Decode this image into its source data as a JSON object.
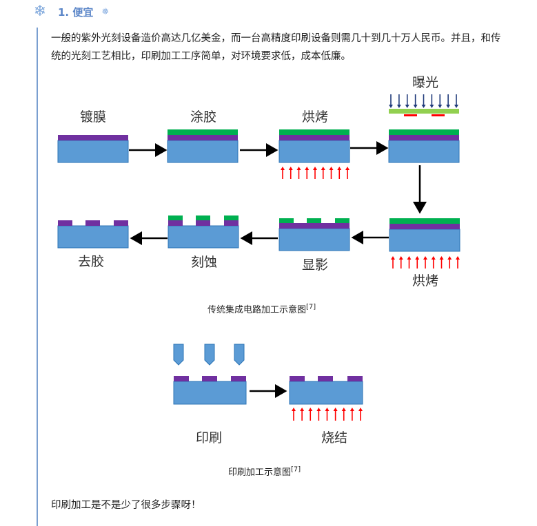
{
  "section": {
    "number_title": "1. 便宜",
    "icon_left": "snowflake-icon",
    "icon_right": "snowflake-small-icon"
  },
  "paragraph1": "一般的紫外光刻设备造价高达几亿美金，而一台高精度印刷设备则需几十到几十万人民币。并且，和传统的光刻工艺相比，印刷加工工序简单，对环境要求低，成本低廉。",
  "figure1": {
    "steps": [
      "镀膜",
      "涂胶",
      "烘烤",
      "曝光",
      "烘烤",
      "显影",
      "刻蚀",
      "去胶"
    ],
    "caption": "传统集成电路加工示意图",
    "citation": "[7]"
  },
  "figure2": {
    "steps": [
      "印刷",
      "烧结"
    ],
    "caption": "印刷加工示意图",
    "citation": "[7]"
  },
  "paragraph2": "印刷加工是不是少了很多步骤呀！",
  "colors": {
    "substrate": "#5b9bd5",
    "substrate_border": "#2e75b6",
    "film": "#7030a0",
    "resist": "#00b050",
    "mask": "#92d050",
    "mask_opaque": "#ff0000",
    "heat_arrow": "#ff0000",
    "light_arrow": "#1f3a7a",
    "accent": "#5b86c8"
  }
}
